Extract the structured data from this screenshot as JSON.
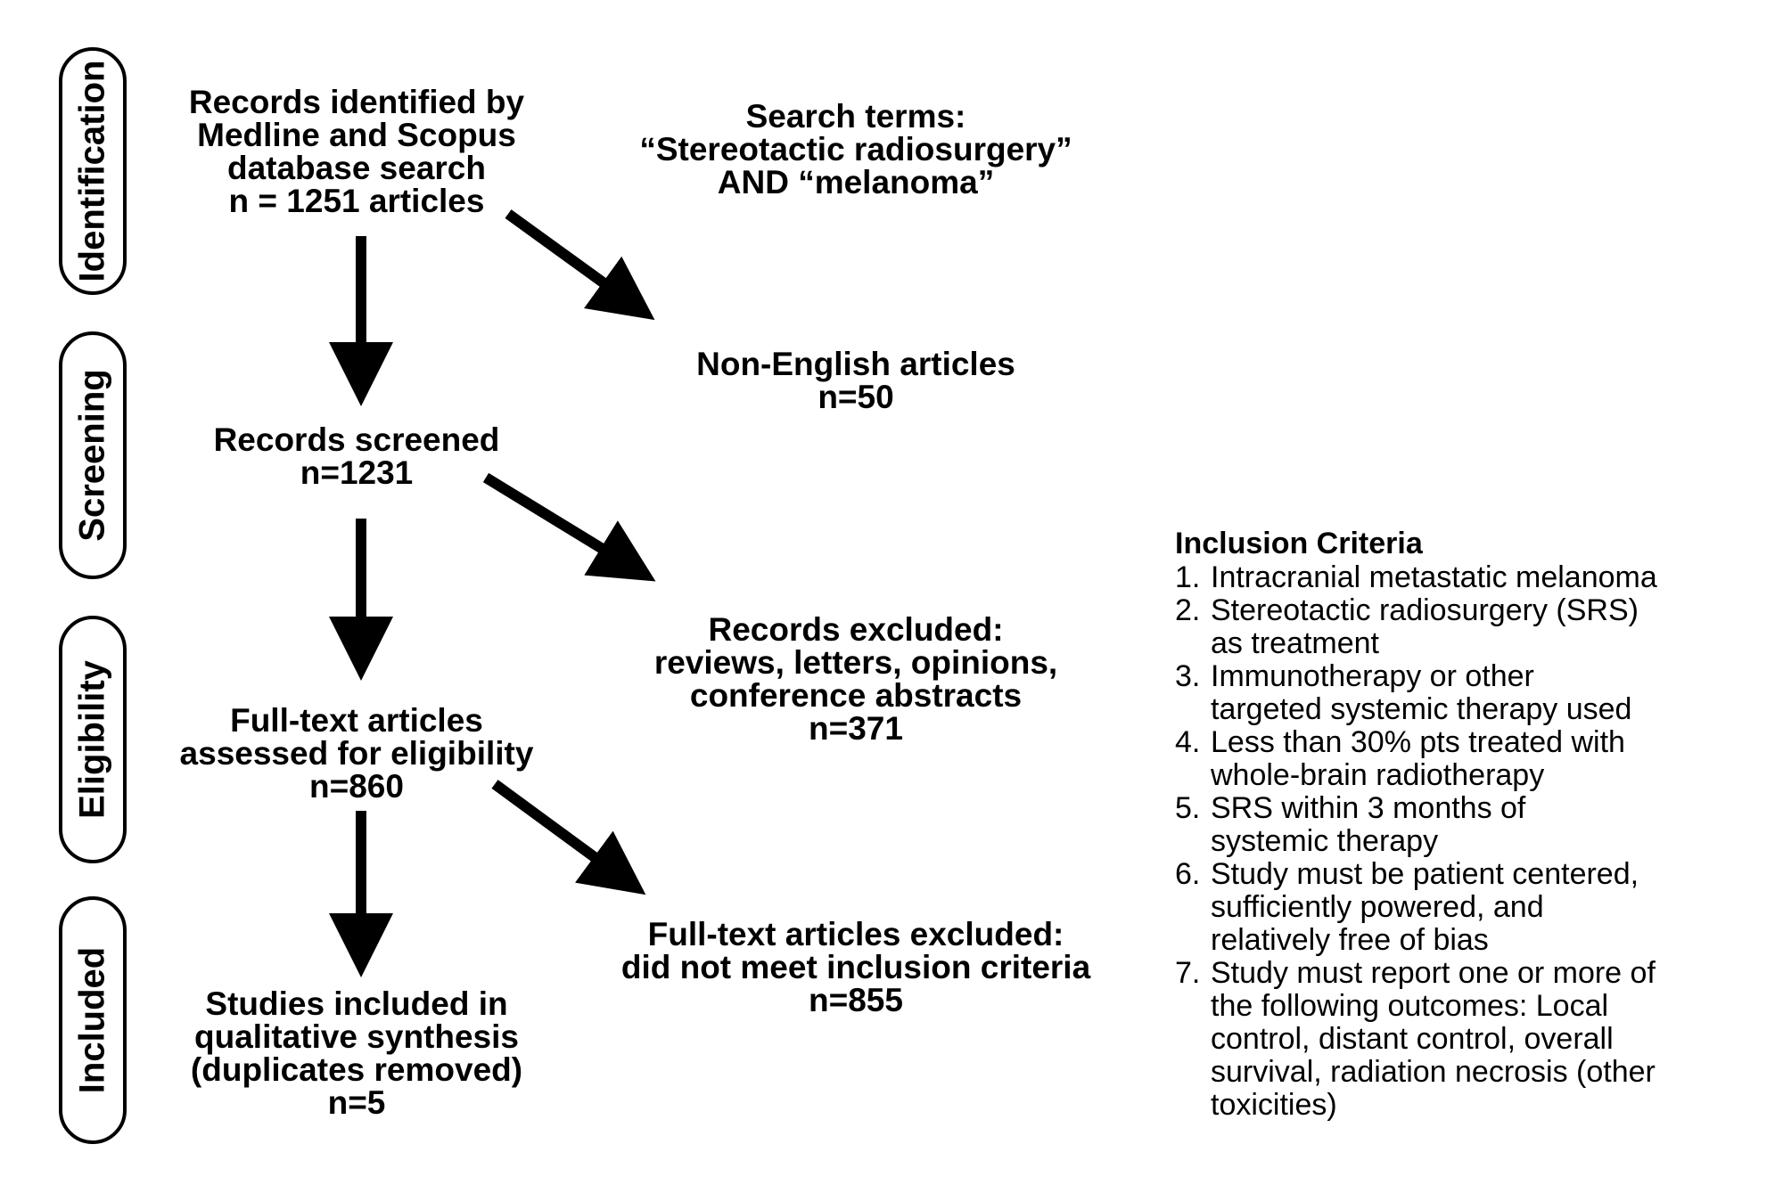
{
  "stages": [
    "Identification",
    "Screening",
    "Eligibility",
    "Included"
  ],
  "nodes": {
    "identified": [
      "Records identified by",
      "Medline and Scopus",
      "database search",
      "n = 1251 articles"
    ],
    "search_terms": [
      "Search terms:",
      "“Stereotactic radiosurgery”",
      "AND “melanoma”"
    ],
    "non_english": [
      "Non-English articles",
      "n=50"
    ],
    "screened": [
      "Records screened",
      "n=1231"
    ],
    "records_excluded": [
      "Records excluded:",
      "reviews, letters, opinions,",
      "conference abstracts",
      "n=371"
    ],
    "full_text": [
      "Full-text articles",
      "assessed for eligibility",
      "n=860"
    ],
    "full_text_excluded": [
      "Full-text articles excluded:",
      "did not meet inclusion criteria",
      "n=855"
    ],
    "included": [
      "Studies included in",
      "qualitative synthesis",
      "(duplicates removed)",
      "n=5"
    ]
  },
  "criteria": {
    "title": "Inclusion Criteria",
    "items": [
      {
        "num": "1.",
        "lines": [
          "Intracranial metastatic melanoma"
        ]
      },
      {
        "num": "2.",
        "lines": [
          "Stereotactic radiosurgery (SRS)",
          "as treatment"
        ]
      },
      {
        "num": "3.",
        "lines": [
          "Immunotherapy or other",
          "targeted systemic therapy used"
        ]
      },
      {
        "num": "4.",
        "lines": [
          "Less than 30% pts treated with",
          "whole-brain radiotherapy"
        ]
      },
      {
        "num": "5.",
        "lines": [
          "SRS within 3 months of",
          "systemic therapy"
        ]
      },
      {
        "num": "6.",
        "lines": [
          "Study must be patient centered,",
          "sufficiently powered, and",
          "relatively free of bias"
        ]
      },
      {
        "num": "7.",
        "lines": [
          "Study must report one or more of",
          "the following outcomes: Local",
          "control, distant control, overall",
          "survival, radiation necrosis (other",
          "toxicities)"
        ]
      }
    ]
  }
}
